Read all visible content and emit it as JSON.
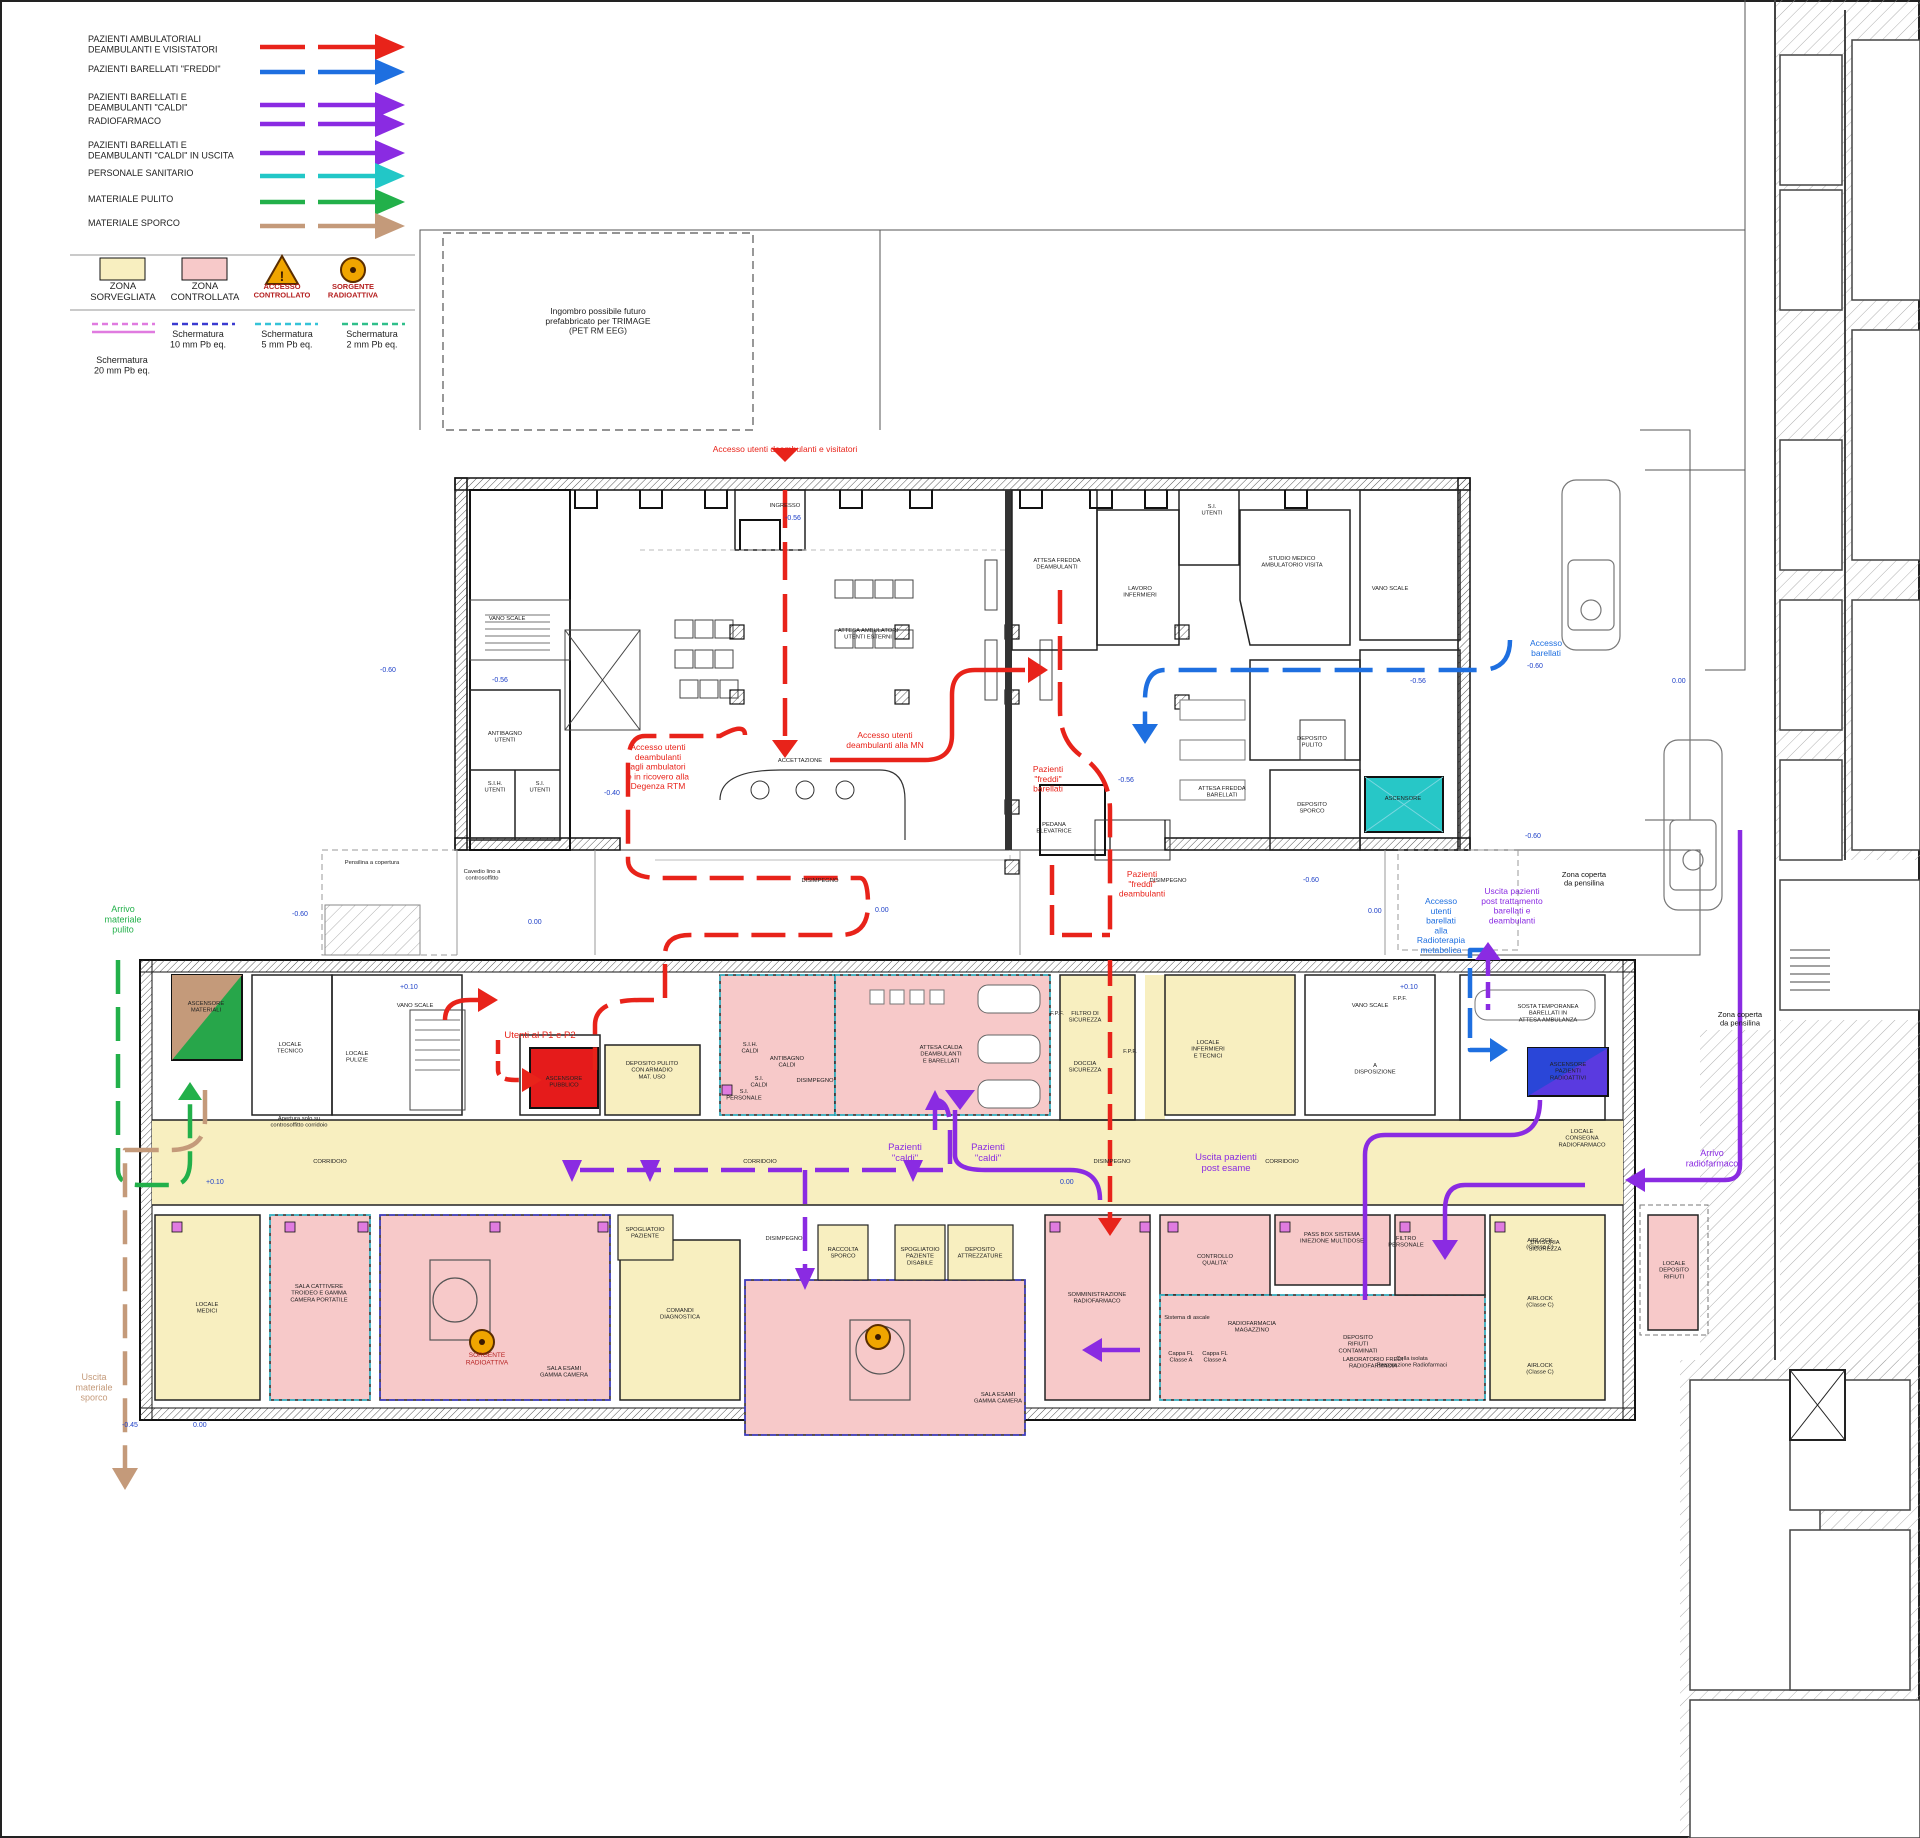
{
  "legend": {
    "flows": [
      {
        "label": "PAZIENTI AMBULATORIALI\nDEAMBULANTI E VISISTATORI",
        "color": "#e8231a"
      },
      {
        "label": "PAZIENTI BARELLATI \"FREDDI\"",
        "color": "#1e6fe0"
      },
      {
        "label": "PAZIENTI BARELLATI E\nDEAMBULANTI \"CALDI\"",
        "color": "#8a2be2"
      },
      {
        "label": "RADIOFARMACO",
        "color": "#8a2be2"
      },
      {
        "label": "PAZIENTI BARELLATI E\nDEAMBULANTI \"CALDI\" IN USCITA",
        "color": "#8a2be2"
      },
      {
        "label": "PERSONALE SANITARIO",
        "color": "#22c7c7"
      },
      {
        "label": "MATERIALE PULITO",
        "color": "#22b04a"
      },
      {
        "label": "MATERIALE SPORCO",
        "color": "#c49a7a"
      }
    ],
    "zones": [
      {
        "label": "ZONA\nSORVEGLIATA",
        "color": "#f8efc0"
      },
      {
        "label": "ZONA\nCONTROLLATA",
        "color": "#f7c9c9"
      },
      {
        "label": "ACCESSO\nCONTROLLATO",
        "icon": "warning-icon"
      },
      {
        "label": "SORGENTE\nRADIOATTIVA",
        "icon": "radiation-icon"
      }
    ],
    "shielding": [
      {
        "label": "Schermatura\n20 mm Pb eq.",
        "color": "#e07be0"
      },
      {
        "label": "Schermatura\n10 mm Pb eq.",
        "color": "#3a3ad0"
      },
      {
        "label": "Schermatura\n5 mm Pb eq.",
        "color": "#35c3d8"
      },
      {
        "label": "Schermatura\n2 mm Pb eq.",
        "color": "#2fbf8a"
      }
    ]
  },
  "future_box": "Ingombro possibile futuro\nprefabbricato per TRIMAGE\n(PET RM EEG)",
  "annotations": {
    "access_top": "Accesso utenti deambulanti e visitatori",
    "access_ambulatori": "Accesso utenti\ndeambulanti\nagli ambulatori\ne in ricovero alla\nDegenza RTM",
    "access_mn": "Accesso utenti\ndeambulanti alla MN",
    "freddi_barellati": "Pazienti\n\"freddi\"\nbarellati",
    "freddi_deambulanti": "Pazienti\n\"freddi\"\ndeambulanti",
    "utenti_p1p2": "Utenti al P1 e P2",
    "accesso_barellati": "Accesso\nbarellati",
    "accesso_barellati_rad": "Accesso\nutenti\nbarellati\nalla\nRadioterapia\nmetabolica",
    "uscita_post_tratt": "Uscita pazienti\npost trattamento\nbarellati e\ndeambulanti",
    "caldi_1": "Pazienti\n\"caldi\"",
    "caldi_2": "Pazienti\n\"caldi\"",
    "uscita_post_esame": "Uscita pazienti\npost esame",
    "arrivo_pulito": "Arrivo\nmateriale\npulito",
    "uscita_sporco": "Uscita\nmateriale\nsporco",
    "arrivo_radiofarmaco": "Arrivo\nradiofarmaco",
    "zona_coperta_1": "Zona coperta\nda pensilina",
    "zona_coperta_2": "Zona coperta\nda pensilina",
    "sorgente_1": "SORGENTE\nRADIOATTIVA"
  },
  "levels": [
    {
      "text": "-0.60"
    },
    {
      "text": "-0.56"
    },
    {
      "text": "-0.56"
    },
    {
      "text": "-0.56"
    },
    {
      "text": "-0.60"
    },
    {
      "text": "0.00"
    },
    {
      "text": "-0.40"
    },
    {
      "text": "-0.56"
    },
    {
      "text": "-0.60"
    },
    {
      "text": "-0.60"
    },
    {
      "text": "-0.60"
    },
    {
      "text": "0.00"
    },
    {
      "text": "0.00"
    },
    {
      "text": "0.00"
    },
    {
      "text": "+0.10"
    },
    {
      "text": "+0.10"
    },
    {
      "text": "+0.10"
    },
    {
      "text": "0.00"
    },
    {
      "text": "-0.45"
    },
    {
      "text": "0.00"
    }
  ],
  "rooms": [
    {
      "text": "INGRESSO"
    },
    {
      "text": "ATTESA AMBULATORI\nUTENTI ESTERNI"
    },
    {
      "text": "ACCETTAZIONE"
    },
    {
      "text": "ATTESA FREDDA\nDEAMBULANTI"
    },
    {
      "text": "LAVORO\nINFERMIERI"
    },
    {
      "text": "STUDIO MEDICO\nAMBULATORIO VISITA"
    },
    {
      "text": "S.I.\nUTENTI"
    },
    {
      "text": "VANO SCALE"
    },
    {
      "text": "VANO SCALE"
    },
    {
      "text": "ATTESA FREDDA\nBARELLATI"
    },
    {
      "text": "DEPOSITO\nPULITO"
    },
    {
      "text": "DEPOSITO\nSPORCO"
    },
    {
      "text": "ASCENSORE"
    },
    {
      "text": "ANTIBAGNO\nUTENTI"
    },
    {
      "text": "S.I.H.\nUTENTI"
    },
    {
      "text": "S.I.\nUTENTI"
    },
    {
      "text": "DISIMPEGNO"
    },
    {
      "text": "DISIMPEGNO"
    },
    {
      "text": "PEDANA\nELEVATRICE"
    },
    {
      "text": "F.P.F."
    },
    {
      "text": "F.P.F."
    },
    {
      "text": "Pensilina a copertura"
    },
    {
      "text": "Cavedio lino a\ncontrosoffitto"
    },
    {
      "text": "ASCENSORE\nMATERIALI"
    },
    {
      "text": "LOCALE\nTECNICO"
    },
    {
      "text": "LOCALE\nPULIZIE"
    },
    {
      "text": "VANO SCALE"
    },
    {
      "text": "ASCENSORE\nPUBBLICO"
    },
    {
      "text": "DEPOSITO PULITO\nCON ARMADIO\nMAT. USO"
    },
    {
      "text": "S.I.H.\nCALDI"
    },
    {
      "text": "ANTIBAGNO\nCALDI"
    },
    {
      "text": "S.I.\nCALDI"
    },
    {
      "text": "S.I.\nPERSONALE"
    },
    {
      "text": "DISIMPEGNO"
    },
    {
      "text": "ATTESA CALDA\nDEAMBULANTI\nE BARELLATI"
    },
    {
      "text": "FILTRO DI\nSICUREZZA"
    },
    {
      "text": "DOCCIA\nSICUREZZA"
    },
    {
      "text": "F.P.F."
    },
    {
      "text": "LOCALE\nINFERMIERI\nE TECNICI"
    },
    {
      "text": "VANO SCALE"
    },
    {
      "text": "A\nDISPOSIZIONE"
    },
    {
      "text": "SOSTA TEMPORANEA\nBARELLATI IN\nATTESA AMBULANZA"
    },
    {
      "text": "ASCENSORE\nPAZIENTI\nRADIOATTIVI"
    },
    {
      "text": "CORRIDOIO"
    },
    {
      "text": "CORRIDOIO"
    },
    {
      "text": "CORRIDOIO"
    },
    {
      "text": "DISIMPEGNO"
    },
    {
      "text": "LOCALE\nCONSEGNA\nRADIOFARMACO"
    },
    {
      "text": "LOCALE\nMEDICI"
    },
    {
      "text": "SALA CATTIVERE\nTROIDEO E GAMMA\nCAMERA PORTATILE"
    },
    {
      "text": "SALA ESAMI\nGAMMA CAMERA"
    },
    {
      "text": "SPOGLIATOIO\nPAZIENTE"
    },
    {
      "text": "COMANDI\nDIAGNOSTICA"
    },
    {
      "text": "DISIMPEGNO"
    },
    {
      "text": "RACCOLTA\nSPORCO"
    },
    {
      "text": "SPOGLIATOIO\nPAZIENTE\nDISABILE"
    },
    {
      "text": "DEPOSITO\nATTREZZATURE"
    },
    {
      "text": "SALA ESAMI\nGAMMA CAMERA"
    },
    {
      "text": "SOMMINISTRAZIONE\nRADIOFARMACO"
    },
    {
      "text": "CONTROLLO\nQUALITA'"
    },
    {
      "text": "PASS BOX SISTEMA\nINIEZIONE MULTIDOSE"
    },
    {
      "text": "FILTRO\nPERSONALE"
    },
    {
      "text": "LOCALE\nDEPOSITO\nRIFIUTI"
    },
    {
      "text": "DEPOSITO\nRIFIUTI\nCONTAMINATI"
    },
    {
      "text": "LABORATORIO FREDI\nRADIOFARMACIA"
    },
    {
      "text": "RADIOFARMACIA\nMAGAZZINO"
    },
    {
      "text": "AIRLOCK\n(Classe C)"
    },
    {
      "text": "AIRLOCK\n(Classe C)"
    },
    {
      "text": "AIRLOCK\n(Classe C)"
    },
    {
      "text": "Cappa FL\nClasse A"
    },
    {
      "text": "Cappa FL\nClasse A"
    },
    {
      "text": "Cella isolata\nPreparazione Radiofarmaci"
    },
    {
      "text": "Sistema di ascale"
    },
    {
      "text": "Apertura solo su\ncontrosoffitto corridoio"
    },
    {
      "text": "DIVISORIA\nSICUREZZA"
    }
  ]
}
